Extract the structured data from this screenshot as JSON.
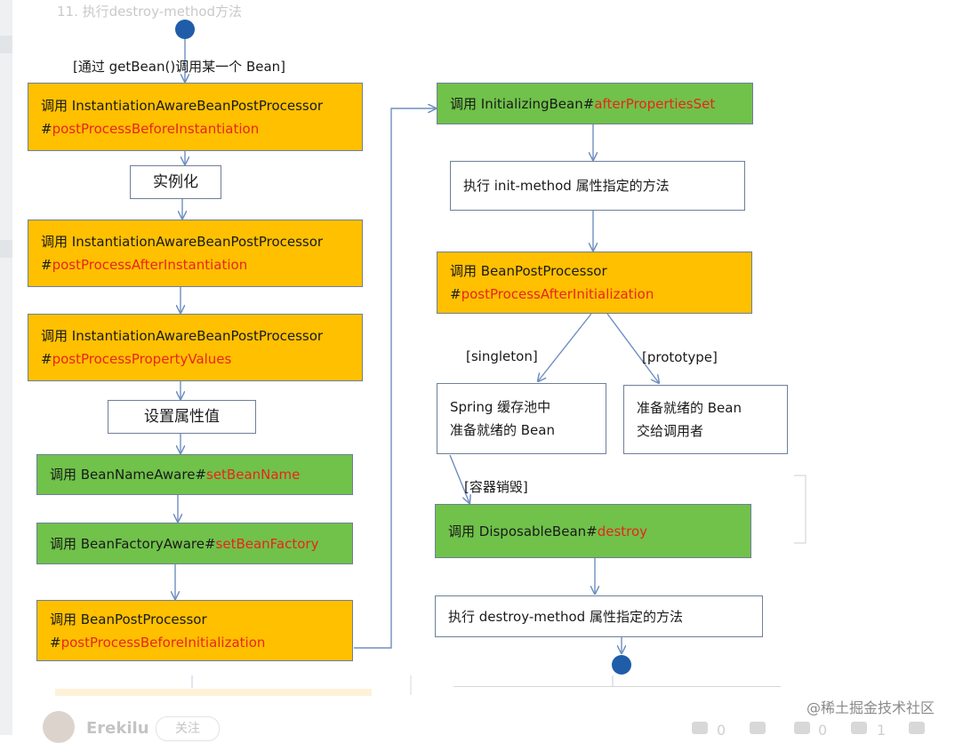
{
  "caption": "11. 执行destroy-method方法",
  "start_label": "[通过 getBean()调用某一个 Bean]",
  "left_column": [
    {
      "kind": "orange",
      "lines": [
        {
          "text": "调用 InstantiationAwareBeanPostProcessor"
        },
        {
          "text": "#",
          "red": "postProcessBeforeInstantiation"
        }
      ]
    },
    {
      "kind": "white",
      "text": "实例化"
    },
    {
      "kind": "orange",
      "lines": [
        {
          "text": "调用 InstantiationAwareBeanPostProcessor"
        },
        {
          "text": "#",
          "red": "postProcessAfterInstantiation"
        }
      ]
    },
    {
      "kind": "orange",
      "lines": [
        {
          "text": "调用 InstantiationAwareBeanPostProcessor"
        },
        {
          "text": "#",
          "red": "postProcessPropertyValues"
        }
      ]
    },
    {
      "kind": "white",
      "text": "设置属性值"
    },
    {
      "kind": "green",
      "lines": [
        {
          "text": "调用 BeanNameAware#",
          "red": "setBeanName"
        }
      ]
    },
    {
      "kind": "green",
      "lines": [
        {
          "text": "调用 BeanFactoryAware#",
          "red": "setBeanFactory"
        }
      ]
    },
    {
      "kind": "orange",
      "lines": [
        {
          "text": "调用 BeanPostProcessor"
        },
        {
          "text": "#",
          "red": "postProcessBeforeInitialization"
        }
      ]
    }
  ],
  "right_column": [
    {
      "kind": "green",
      "lines": [
        {
          "text": "调用 InitializingBean#",
          "red": "afterPropertiesSet"
        }
      ]
    },
    {
      "kind": "white",
      "lines": [
        {
          "text": "执行 init-method 属性指定的方法"
        }
      ]
    },
    {
      "kind": "orange",
      "lines": [
        {
          "text": "调用 BeanPostProcessor"
        },
        {
          "text": "#",
          "red": "postProcessAfterInitialization"
        }
      ]
    },
    {
      "kind": "white",
      "lines": [
        {
          "text": "Spring 缓存池中"
        },
        {
          "text": "准备就绪的 Bean"
        }
      ]
    },
    {
      "kind": "white",
      "lines": [
        {
          "text": "准备就绪的 Bean"
        },
        {
          "text": "交给调用者"
        }
      ]
    },
    {
      "kind": "green",
      "lines": [
        {
          "text": "调用 DisposableBean#",
          "red": "destroy"
        }
      ]
    },
    {
      "kind": "white",
      "lines": [
        {
          "text": "执行 destroy-method 属性指定的方法"
        }
      ]
    }
  ],
  "branch_labels": {
    "singleton": "[singleton]",
    "prototype": "[prototype]",
    "destroy": "[容器销毁]"
  },
  "watermark": "@稀土掘金技术社区",
  "footer": {
    "author": "Erekilu",
    "follow": "关注",
    "likes": "0",
    "comments": "0",
    "stars": "1"
  },
  "colors": {
    "orange": "#ffc000",
    "green": "#70c24a",
    "red": "#e8251b",
    "node": "#1f5da8",
    "arrow": "#6f8fc0"
  }
}
